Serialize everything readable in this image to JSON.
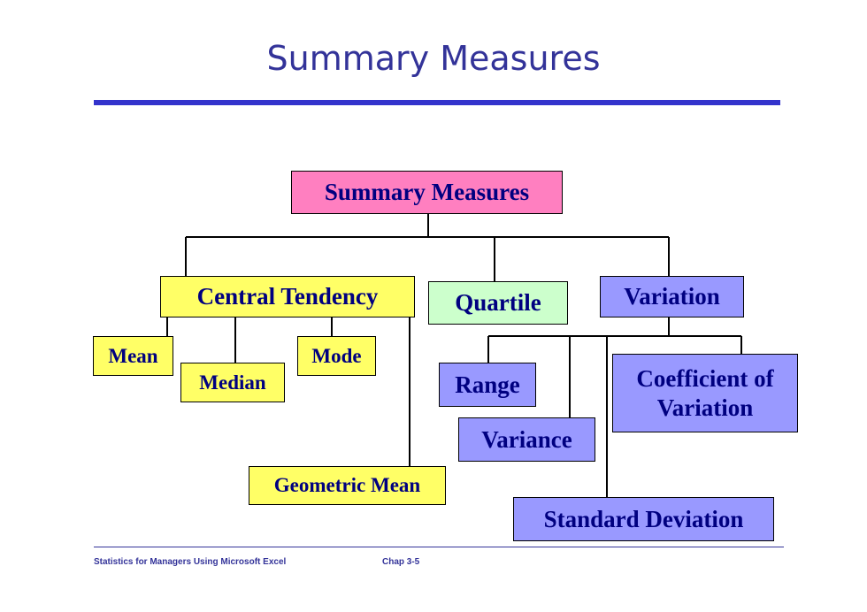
{
  "slide": {
    "title": "Summary Measures"
  },
  "diagram": {
    "root": "Summary Measures",
    "central_tendency": {
      "label": "Central Tendency",
      "children": [
        "Mean",
        "Median",
        "Mode",
        "Geometric Mean"
      ]
    },
    "quartile": "Quartile",
    "variation": {
      "label": "Variation",
      "children": [
        "Range",
        "Variance",
        "Standard Deviation",
        "Coefficient of Variation"
      ]
    }
  },
  "footer": {
    "left": "Statistics for Managers Using Microsoft Excel",
    "center": "Chap 3-5"
  }
}
